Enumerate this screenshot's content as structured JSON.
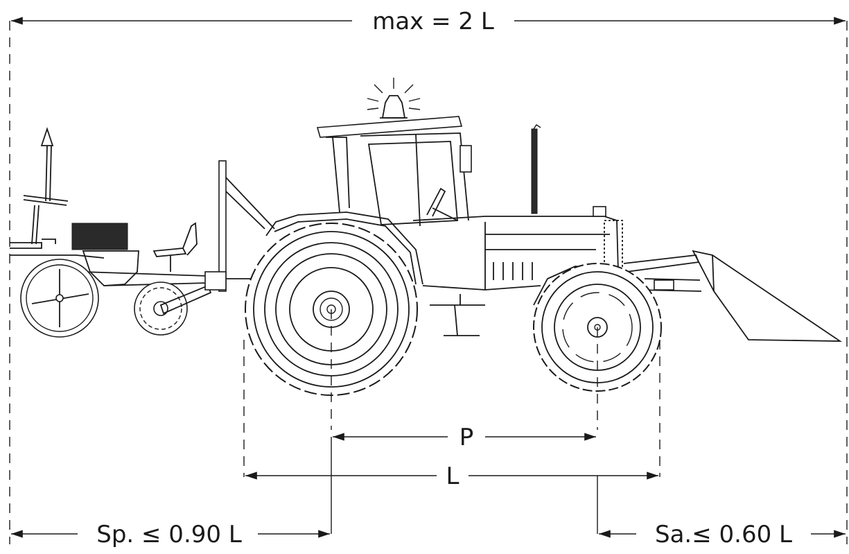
{
  "dimensions": {
    "max_label": "max = 2 L",
    "p_label": "P",
    "l_label": "L",
    "sp_label": "Sp. ≤ 0.90 L",
    "sa_label": "Sa.≤ 0.60 L"
  },
  "colors": {
    "line": "#1a1a1a",
    "background": "#ffffff"
  }
}
